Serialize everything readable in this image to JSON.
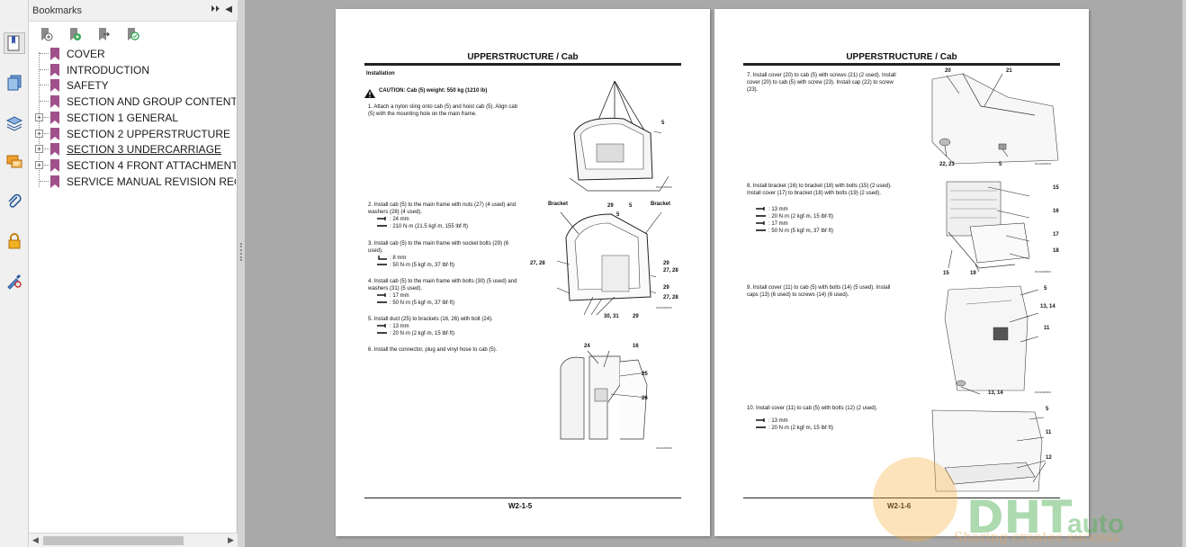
{
  "panel": {
    "title": "Bookmarks",
    "expand_glyph": "⏵⏵",
    "collapse_glyph": "◀"
  },
  "bookmarks": [
    {
      "label": "COVER",
      "expandable": false,
      "underline": false
    },
    {
      "label": "INTRODUCTION",
      "expandable": false,
      "underline": false
    },
    {
      "label": "SAFETY",
      "expandable": false,
      "underline": false
    },
    {
      "label": "SECTION AND GROUP CONTENTS",
      "expandable": false,
      "underline": false
    },
    {
      "label": "SECTION 1 GENERAL",
      "expandable": true,
      "underline": false
    },
    {
      "label": "SECTION 2 UPPERSTRUCTURE",
      "expandable": true,
      "underline": false
    },
    {
      "label": "SECTION 3 UNDERCARRIAGE",
      "expandable": true,
      "underline": true
    },
    {
      "label": "SECTION 4 FRONT ATTACHMENT",
      "expandable": true,
      "underline": false
    },
    {
      "label": "SERVICE MANUAL REVISION REQU",
      "expandable": false,
      "underline": false
    }
  ],
  "tools": [
    "page-thumbnails-icon",
    "layers-icon",
    "stack-icon",
    "comments-icon",
    "attachments-icon",
    "security-lock-icon",
    "signatures-icon"
  ],
  "pages": {
    "left": {
      "title": "UPPERSTRUCTURE / Cab",
      "section": "Installation",
      "caution": "CAUTION:  Cab (5) weight: 550 kg (1210 lb)",
      "steps": [
        "1.  Attach a nylon sling onto cab (5) and hoist cab (5). Align cab (5) with the mounting hole on the main frame.",
        "2.  Install cab (5) to the main frame with nuts (27) (4 used) and washers (28) (4 used).",
        "3.  Install cab (5) to the main frame with socket bolts (29) (6 used).",
        "4.  Install cab (5) to the main frame with bolts (30) (5 used) and washers (31) (5 used).",
        "5.  Install duct (25) to brackets (16, 26) with bolt (24).",
        "6.  Install the connector, plug and vinyl hose to cab (5)."
      ],
      "specs": {
        "s2a": ": 24 mm",
        "s2b": ": 210 N·m (21.5 kgf·m, 155 lbf·ft)",
        "s3a": ": 8 mm",
        "s3b": ": 50 N·m (5 kgf·m, 37 lbf·ft)",
        "s4a": ": 17 mm",
        "s4b": ": 50 N·m (5 kgf·m, 37 lbf·ft)",
        "s5a": ": 13 mm",
        "s5b": ": 20 N·m (2 kgf·m, 15 lbf·ft)"
      },
      "callouts": {
        "c1": "5",
        "bracket_l": "Bracket",
        "bracket_r": "Bracket",
        "c29a": "29",
        "c5a": "5",
        "c5b": "5",
        "c2728a": "27, 28",
        "c29b": "29",
        "c2728b": "27, 28",
        "c29c": "29",
        "c2728c": "27, 28",
        "c3031": "30, 31",
        "c29d": "29",
        "c24": "24",
        "c16": "16",
        "c25": "25",
        "c26": "26"
      },
      "page_number": "W2-1-5"
    },
    "right": {
      "title": "UPPERSTRUCTURE / Cab",
      "steps": [
        "7.  Install cover (20) to cab (5) with screws (21) (2 used). Install cover (20) to cab (5) with screw (23). Install cap (22) to screw (23).",
        "8.  Install bracket (16) to bracket (18) with bolts (15) (2 used). Install cover (17) to bracket (18) with bolts (19) (2 used).",
        "9.  Install cover (11) to cab (5) with bolts (14) (5 used). Install caps (13) (6 used) to screws (14) (6 used).",
        "10. Install cover (11) to cab (5) with bolts (12) (2 used)."
      ],
      "specs": {
        "s8a": ": 13 mm",
        "s8b": ": 20 N·m (2 kgf·m, 15 lbf·ft)",
        "s8c": ": 17 mm",
        "s8d": ": 50 N·m (5 kgf·m, 37 lbf·ft)",
        "s10a": ": 13 mm",
        "s10b": ": 20 N·m (2 kgf·m, 15 lbf·ft)"
      },
      "callouts": {
        "c20": "20",
        "c21": "21",
        "c2223": "22, 23",
        "c5a": "5",
        "c15a": "15",
        "c16": "16",
        "c17": "17",
        "c18": "18",
        "c15b": "15",
        "c19": "19",
        "c5b": "5",
        "c1314a": "13, 14",
        "c11a": "11",
        "c1314b": "13, 14",
        "c5c": "5",
        "c11b": "11",
        "c12": "12"
      },
      "page_number": "W2-1-6"
    }
  },
  "watermark": {
    "brand": "DHT",
    "suffix": "auto",
    "tagline": "Sharing creates success"
  }
}
